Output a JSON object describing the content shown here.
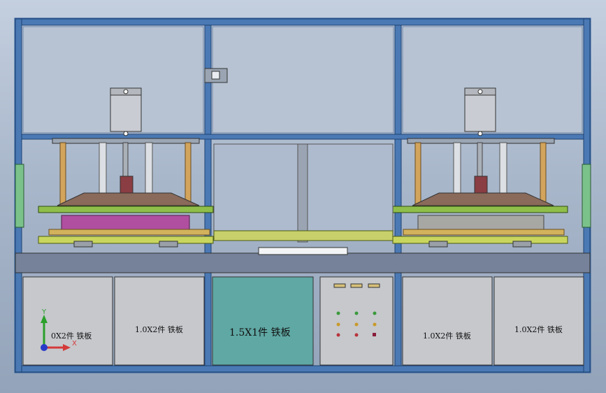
{
  "panels": {
    "p1_label": "0X2件 铁板",
    "p2_label": "1.0X2件 铁板",
    "p3_label": "1.5X1件 铁板",
    "p5_label": "1.0X2件 铁板",
    "p6_label": "1.0X2件 铁板"
  },
  "axes": {
    "y_label": "Y",
    "x_label": "X"
  },
  "colors": {
    "frame": "#2f5f9a",
    "panel_gray": "#c6c8cc",
    "panel_teal": "#5fa8a4",
    "plate_green": "#8fbf4a",
    "cylinder": "#c9ccd2",
    "tan_rod": "#d2a45c",
    "mold_top": "#8a6a5a",
    "magenta_block": "#b04fa0"
  }
}
